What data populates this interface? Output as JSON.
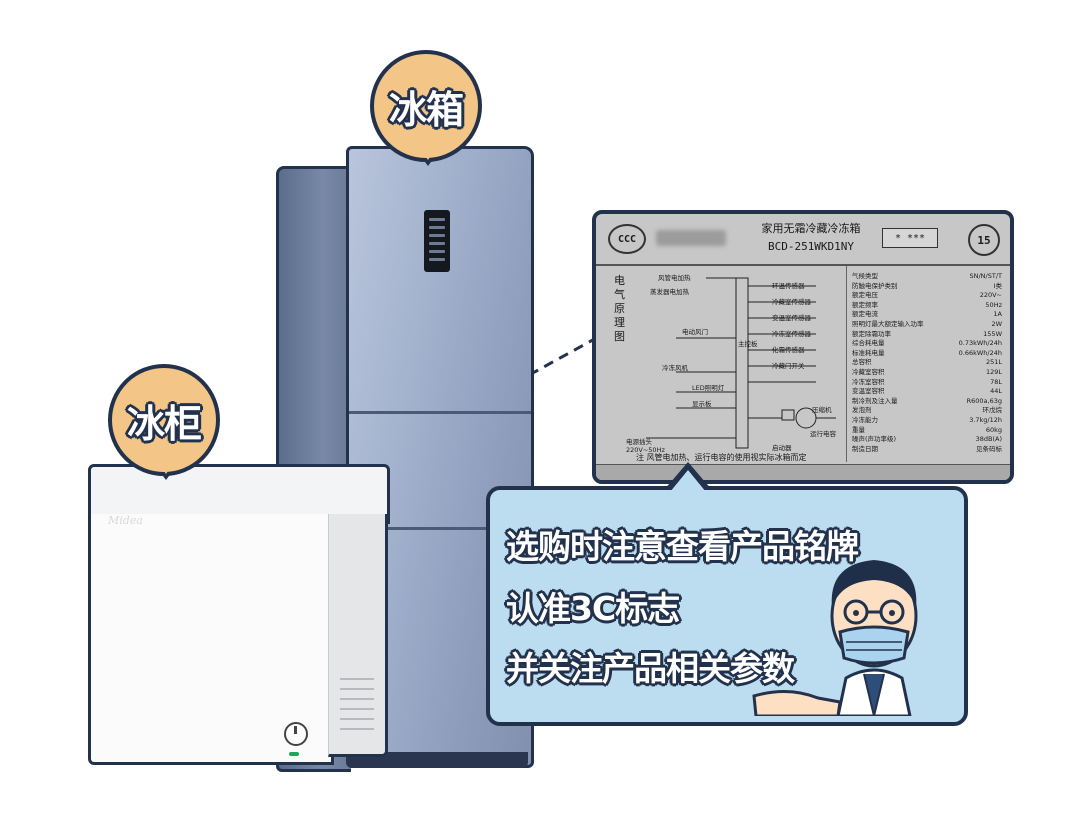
{
  "labels": {
    "fridge": "冰箱",
    "freezer": "冰柜"
  },
  "freezer": {
    "brand": "Midea"
  },
  "nameplate": {
    "cert_mark": "CCC",
    "product_name": "家用无霜冷藏冷冻箱",
    "model": "BCD-251WKD1NY",
    "star_rating": "* ***",
    "eco_period": "15",
    "diagram_title": "电气原理图",
    "diagram_labels": [
      "风管电加热",
      "蒸发器电加热",
      "环温传感器",
      "冷藏室传感器",
      "变温室传感器",
      "冷冻室传感器",
      "化霜传感器",
      "冷藏门开关",
      "电动风门",
      "冷冻风机",
      "LED照明灯",
      "显示板",
      "主控板",
      "运行电容",
      "启动器",
      "压缩机",
      "电源插头 220V~50Hz"
    ],
    "note": "注  风管电加热、运行电容的使用视实际冰箱而定",
    "specs": [
      {
        "k": "气候类型",
        "v": "SN/N/ST/T"
      },
      {
        "k": "防触电保护类别",
        "v": "I类"
      },
      {
        "k": "额定电压",
        "v": "220V~"
      },
      {
        "k": "额定频率",
        "v": "50Hz"
      },
      {
        "k": "额定电流",
        "v": "1A"
      },
      {
        "k": "照明灯最大额定输入功率",
        "v": "2W"
      },
      {
        "k": "额定除霜功率",
        "v": "155W"
      },
      {
        "k": "综合耗电量",
        "v": "0.73kWh/24h"
      },
      {
        "k": "标准耗电量",
        "v": "0.66kWh/24h"
      },
      {
        "k": "总容积",
        "v": "251L"
      },
      {
        "k": "冷藏室容积",
        "v": "129L"
      },
      {
        "k": "冷冻室容积",
        "v": "78L"
      },
      {
        "k": "变温室容积",
        "v": "44L"
      },
      {
        "k": "制冷剂及注入量",
        "v": "R600a,63g"
      },
      {
        "k": "发泡剂",
        "v": "环戊烷"
      },
      {
        "k": "冷冻能力",
        "v": "3.7kg/12h"
      },
      {
        "k": "重量",
        "v": "60kg"
      },
      {
        "k": "噪声(声功率级)",
        "v": "38dB(A)"
      },
      {
        "k": "制造日期",
        "v": "见条码标"
      }
    ]
  },
  "tip": {
    "line1": "选购时注意查看产品铭牌",
    "line2": "认准3C标志",
    "line3": "并关注产品相关参数"
  },
  "colors": {
    "outline": "#22324d",
    "pin_fill": "#f3c586",
    "tip_fill": "#bcdcf0",
    "plate_fill": "#c7c7c7"
  }
}
